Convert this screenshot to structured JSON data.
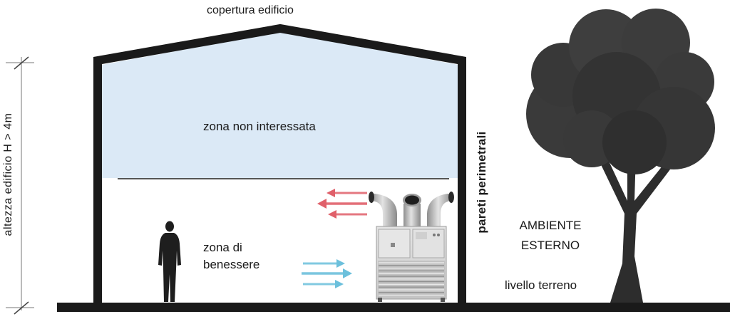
{
  "labels": {
    "roof": "copertura edificio",
    "unaffected_zone": "zona non interessata",
    "comfort_zone": "zona di benessere",
    "perimeter_walls": "pareti perimetrali",
    "building_height": "altezza edificio H > 4m",
    "outdoor": "AMBIENTE ESTERNO",
    "ground_level": "livello terreno"
  },
  "colors": {
    "structure": "#1a1a1a",
    "upper_zone_fill": "#dbe9f6",
    "warm_air": "#e0606a",
    "cool_air": "#6cc0dc",
    "tree": "#333333",
    "person": "#1e1e1e",
    "unit_body": "#d8d8d8",
    "duct": "#b9b9b9"
  },
  "icons": {
    "person": "person-silhouette-icon",
    "tree": "tree-icon",
    "unit": "air-handling-unit-icon"
  }
}
